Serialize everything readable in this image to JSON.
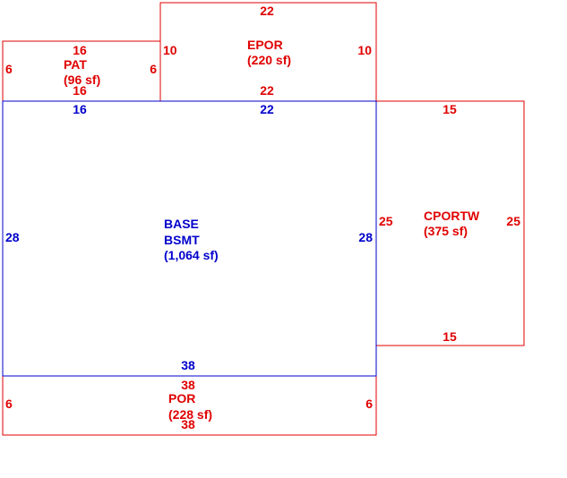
{
  "colors": {
    "base": "#0000cc",
    "additions": "#e00000",
    "background": "#ffffff"
  },
  "areas": {
    "base": {
      "code": "BASE",
      "subcode": "BSMT",
      "area": "(1,064 sf)",
      "dims": {
        "top": "16",
        "top2": "22",
        "left": "28",
        "right": "28",
        "bottom": "38"
      }
    },
    "epor": {
      "code": "EPOR",
      "area": "(220 sf)",
      "dims": {
        "top": "22",
        "bottom": "22",
        "left": "10",
        "right": "10"
      }
    },
    "pat": {
      "code": "PAT",
      "area": "(96 sf)",
      "dims": {
        "top": "16",
        "bottom": "16",
        "left": "6",
        "right": "6"
      }
    },
    "cportw": {
      "code": "CPORTW",
      "area": "(375 sf)",
      "dims": {
        "top": "15",
        "bottom": "15",
        "left": "25",
        "right": "25"
      }
    },
    "por": {
      "code": "POR",
      "area": "(228 sf)",
      "dims": {
        "top": "38",
        "bottom": "38",
        "left": "6",
        "right": "6"
      }
    }
  }
}
